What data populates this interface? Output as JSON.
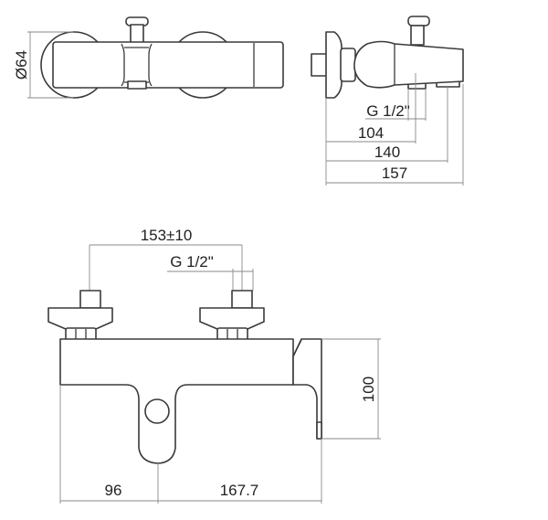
{
  "title": "Bath mixer technical drawing",
  "dimensions": {
    "diameter": "Ø64",
    "side_thread": "G 1/2\"",
    "side_104": "104",
    "side_140": "140",
    "side_157": "157",
    "centers": "153±10",
    "front_thread": "G 1/2\"",
    "height_100": "100",
    "left_96": "96",
    "right_167": "167.7"
  },
  "colors": {
    "line": "#3a3a3a",
    "dimension": "#8a8a8a"
  }
}
